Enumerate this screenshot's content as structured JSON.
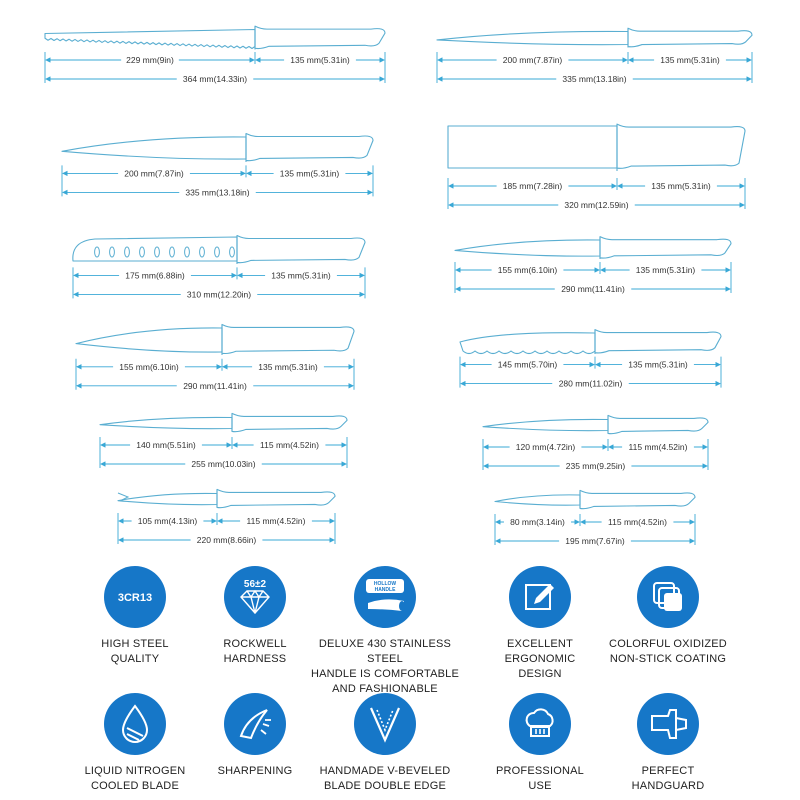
{
  "colors": {
    "knife_outline": "#5aaed1",
    "dimension_line": "#39a8d6",
    "icon_circle": "#1677c8",
    "text": "#222222"
  },
  "knives": [
    {
      "name": "bread-knife",
      "blade_label": "229 mm(9in)",
      "handle_label": "135 mm(5.31in)",
      "total_label": "364 mm(14.33in)"
    },
    {
      "name": "carving-knife",
      "blade_label": "200 mm(7.87in)",
      "handle_label": "135 mm(5.31in)",
      "total_label": "335 mm(13.18in)"
    },
    {
      "name": "chef-knife",
      "blade_label": "200 mm(7.87in)",
      "handle_label": "135 mm(5.31in)",
      "total_label": "335 mm(13.18in)"
    },
    {
      "name": "cleaver",
      "blade_label": "185 mm(7.28in)",
      "handle_label": "135 mm(5.31in)",
      "total_label": "320 mm(12.59in)"
    },
    {
      "name": "santoku-knife",
      "blade_label": "175 mm(6.88in)",
      "handle_label": "135 mm(5.31in)",
      "total_label": "310 mm(12.20in)"
    },
    {
      "name": "serrated-utility-knife",
      "blade_label": "155 mm(6.10in)",
      "handle_label": "135 mm(5.31in)",
      "total_label": "290 mm(11.41in)"
    },
    {
      "name": "kitchen-knife",
      "blade_label": "155 mm(6.10in)",
      "handle_label": "135 mm(5.31in)",
      "total_label": "290 mm(11.41in)"
    },
    {
      "name": "scalloped-knife",
      "blade_label": "145 mm(5.70in)",
      "handle_label": "135 mm(5.31in)",
      "total_label": "280 mm(11.02in)"
    },
    {
      "name": "steak-knife",
      "blade_label": "140 mm(5.51in)",
      "handle_label": "115 mm(4.52in)",
      "total_label": "255 mm(10.03in)"
    },
    {
      "name": "utility-knife",
      "blade_label": "120 mm(4.72in)",
      "handle_label": "115 mm(4.52in)",
      "total_label": "235 mm(9.25in)"
    },
    {
      "name": "cheese-knife",
      "blade_label": "105 mm(4.13in)",
      "handle_label": "115 mm(4.52in)",
      "total_label": "220 mm(8.66in)"
    },
    {
      "name": "paring-knife",
      "blade_label": "80 mm(3.14in)",
      "handle_label": "115 mm(4.52in)",
      "total_label": "195 mm(7.67in)"
    }
  ],
  "features": [
    {
      "icon": "steel-badge-icon",
      "icon_text": "3CR13",
      "label": "HIGH  STEEL\nQUALITY"
    },
    {
      "icon": "diamond-hardness-icon",
      "icon_text": "56±2",
      "label": "ROCKWELL\nHARDNESS"
    },
    {
      "icon": "hollow-handle-icon",
      "icon_text": "HOLLOW\nHANDLE",
      "label": "DELUXE 430 STAINLESS STEEL\nHANDLE IS COMFORTABLE\nAND FASHIONABLE"
    },
    {
      "icon": "pencil-design-icon",
      "icon_text": "",
      "label": "EXCELLENT\nERGONOMIC\nDESIGN"
    },
    {
      "icon": "coating-layers-icon",
      "icon_text": "",
      "label": "COLORFUL OXIDIZED\nNON-STICK COATING"
    },
    {
      "icon": "liquid-nitrogen-drop-icon",
      "icon_text": "",
      "label": "LIQUID NITROGEN\nCOOLED BLADE"
    },
    {
      "icon": "sharpening-blade-icon",
      "icon_text": "",
      "label": "SHARPENING"
    },
    {
      "icon": "v-bevel-icon",
      "icon_text": "",
      "label": "HANDMADE V-BEVELED\nBLADE DOUBLE EDGE"
    },
    {
      "icon": "chef-hat-icon",
      "icon_text": "",
      "label": "PROFESSIONAL\nUSE"
    },
    {
      "icon": "handguard-icon",
      "icon_text": "",
      "label": "PERFECT\nHANDGUARD"
    }
  ]
}
